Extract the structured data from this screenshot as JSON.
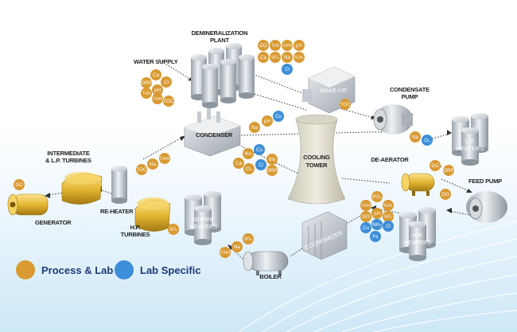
{
  "colors": {
    "process_lab": "#d99a32",
    "lab_specific": "#3d8ed8"
  },
  "labels": {
    "demineralization": "DEMINERALIZATION",
    "plant": "PLANT",
    "water_supply": "WATER SUPPLY",
    "make_up": "MAKE-UP",
    "condensate": "CONDENSATE",
    "pump": "PUMP",
    "condenser": "CONDENSER",
    "cooling": "COOLING",
    "tower": "TOWER",
    "intermediate": "INTERMEDIATE",
    "lp_turbines": "& L.P. TURBINES",
    "re_heater": "RE-HEATER",
    "generator": "GENERATOR",
    "hp": "H.P.",
    "turbines": "TURBINES",
    "super": "SUPER",
    "heaters": "HEATERS",
    "economizer": "ECONOMIZER",
    "boiler": "BOILER",
    "de_aerator": "DE-AERATOR",
    "feed_pump": "FEED PUMP",
    "lp": "L.P.",
    "hp2": "H.P."
  },
  "legend": {
    "process_lab": "Process & Lab",
    "lab_specific": "Lab Specific"
  },
  "parameters": {
    "demin": [
      {
        "t": "DO",
        "k": "p"
      },
      {
        "t": "Turb",
        "k": "p"
      },
      {
        "t": "Cond",
        "k": "p"
      },
      {
        "t": "pH",
        "k": "p"
      },
      {
        "t": "Ca",
        "k": "p"
      },
      {
        "t": "SiO₂",
        "k": "p"
      },
      {
        "t": "Na",
        "k": "p"
      },
      {
        "t": "N₂H₄",
        "k": "p"
      },
      {
        "t": "Cl",
        "k": "s"
      }
    ],
    "water_supply": [
      {
        "t": "Ca",
        "k": "p"
      },
      {
        "t": "Cl",
        "k": "p"
      },
      {
        "t": "ORP",
        "k": "p"
      },
      {
        "t": "pH",
        "k": "p"
      },
      {
        "t": "Turb",
        "k": "p"
      },
      {
        "t": "Cond",
        "k": "p"
      },
      {
        "t": "TOC",
        "k": "p"
      }
    ],
    "makeup": [
      {
        "t": "TOC",
        "k": "p"
      }
    ],
    "cond_line": [
      {
        "t": "Na",
        "k": "p"
      },
      {
        "t": "pH",
        "k": "p"
      },
      {
        "t": "Cu",
        "k": "s"
      }
    ],
    "cond_pump": [
      {
        "t": "Na",
        "k": "p"
      },
      {
        "t": "O₂",
        "k": "s"
      }
    ],
    "cooling": [
      {
        "t": "Micr",
        "k": "p"
      },
      {
        "t": "Cu",
        "k": "s"
      },
      {
        "t": "Ca",
        "k": "p"
      },
      {
        "t": "Cl₂",
        "k": "p"
      },
      {
        "t": "Cl",
        "k": "s"
      },
      {
        "t": "ORP",
        "k": "p"
      },
      {
        "t": "Mo",
        "k": "p"
      }
    ],
    "turbine_line": [
      {
        "t": "TOC",
        "k": "p"
      },
      {
        "t": "Na",
        "k": "p"
      },
      {
        "t": "Cond",
        "k": "p"
      }
    ],
    "generator": [
      {
        "t": "DO",
        "k": "p"
      }
    ],
    "hp_turbines": [
      {
        "t": "SiO₂",
        "k": "p"
      }
    ],
    "boiler": [
      {
        "t": "Cond",
        "k": "p"
      },
      {
        "t": "Na",
        "k": "p"
      },
      {
        "t": "SiO₂",
        "k": "p"
      }
    ],
    "deaerator": [
      {
        "t": "DO",
        "k": "p"
      },
      {
        "t": "ORP",
        "k": "p"
      }
    ],
    "feed": [
      {
        "t": "DO",
        "k": "p"
      }
    ],
    "hp_heaters": [
      {
        "t": "PO₄",
        "k": "p"
      },
      {
        "t": "Cond",
        "k": "p"
      },
      {
        "t": "N₂H₄",
        "k": "p"
      },
      {
        "t": "pH",
        "k": "p"
      },
      {
        "t": "SiO₂",
        "k": "p"
      },
      {
        "t": "DO",
        "k": "p"
      },
      {
        "t": "NH₃",
        "k": "s"
      },
      {
        "t": "Cl",
        "k": "s"
      },
      {
        "t": "Fe",
        "k": "s"
      },
      {
        "t": "Cu",
        "k": "s"
      }
    ]
  }
}
